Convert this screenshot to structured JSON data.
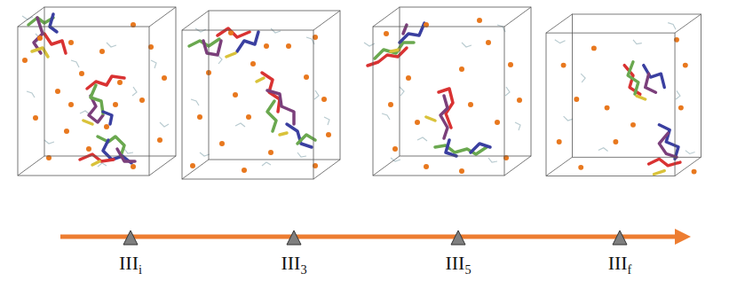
{
  "diagram": {
    "labels": [
      "III",
      "i",
      "III",
      "3",
      "III",
      "5",
      "III",
      "f"
    ]
  }
}
